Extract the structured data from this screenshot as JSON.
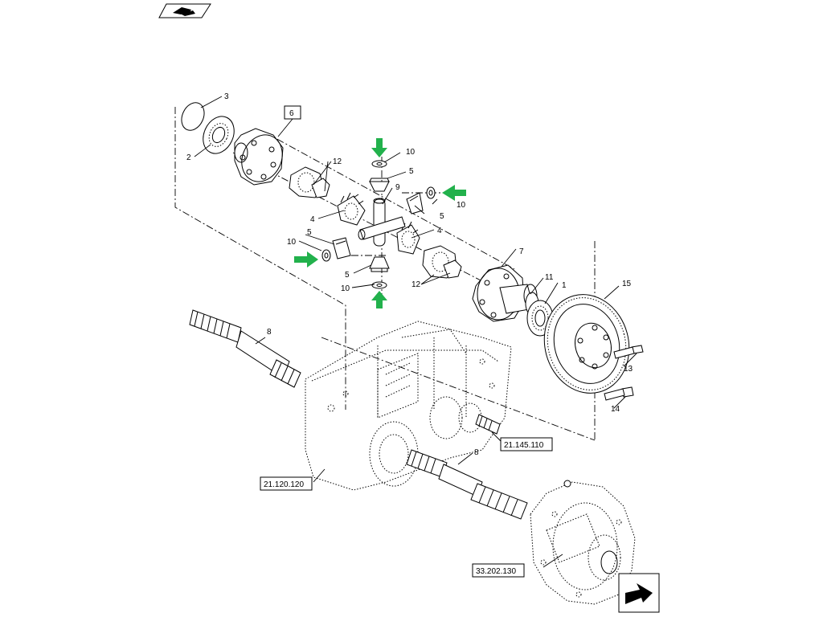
{
  "callouts": {
    "c1": "1",
    "c2": "2",
    "c3": "3",
    "c4a": "4",
    "c4b": "4",
    "c5a": "5",
    "c5b": "5",
    "c5c": "5",
    "c5d": "5",
    "c6": "6",
    "c7": "7",
    "c8a": "8",
    "c8b": "8",
    "c9": "9",
    "c10a": "10",
    "c10b": "10",
    "c10c": "10",
    "c10d": "10",
    "c11": "11",
    "c12a": "12",
    "c12b": "12",
    "c13": "13",
    "c14": "14",
    "c15": "15"
  },
  "references": {
    "ref_a": "21.145.110",
    "ref_b": "21.120.120",
    "ref_c": "33.202.130"
  },
  "colors": {
    "arrow": "#22b14c",
    "line": "#000000"
  },
  "icons": {
    "top_left": "book-hand-icon",
    "bottom_right": "navigation-arrow-icon"
  }
}
